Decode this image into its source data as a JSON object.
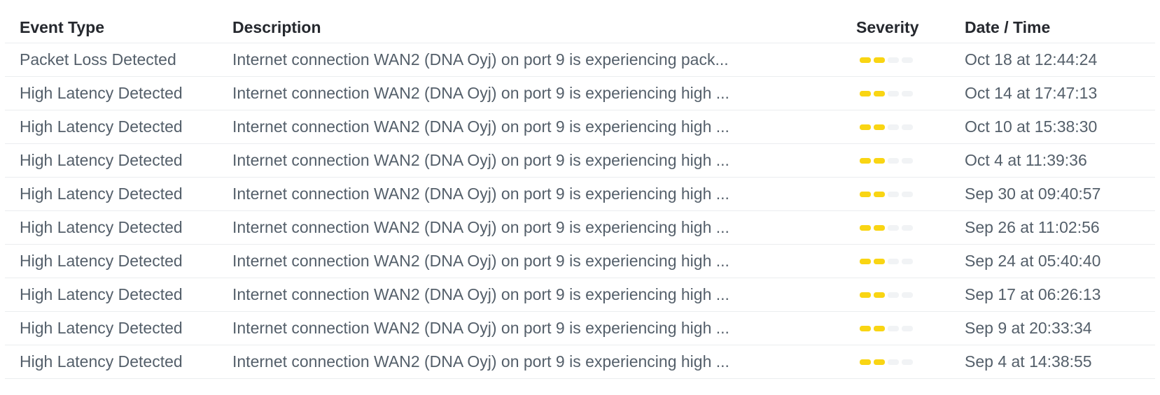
{
  "colors": {
    "background": "#FFFFFF",
    "header_text": "#25282E",
    "body_text": "#545F6A",
    "divider": "#EBEDEF",
    "severity_active": "#F9D513",
    "severity_inactive": "#F1F3F5"
  },
  "table": {
    "columns": {
      "event_type": "Event Type",
      "description": "Description",
      "severity": "Severity",
      "datetime": "Date / Time"
    },
    "rows": [
      {
        "event_type": "Packet Loss Detected",
        "description": "Internet connection WAN2 (DNA Oyj) on port 9 is experiencing pack...",
        "severity": {
          "level": 2,
          "max": 4
        },
        "datetime": "Oct 18 at 12:44:24"
      },
      {
        "event_type": "High Latency Detected",
        "description": "Internet connection WAN2 (DNA Oyj) on port 9 is experiencing high ...",
        "severity": {
          "level": 2,
          "max": 4
        },
        "datetime": "Oct 14 at 17:47:13"
      },
      {
        "event_type": "High Latency Detected",
        "description": "Internet connection WAN2 (DNA Oyj) on port 9 is experiencing high ...",
        "severity": {
          "level": 2,
          "max": 4
        },
        "datetime": "Oct 10 at 15:38:30"
      },
      {
        "event_type": "High Latency Detected",
        "description": "Internet connection WAN2 (DNA Oyj) on port 9 is experiencing high ...",
        "severity": {
          "level": 2,
          "max": 4
        },
        "datetime": "Oct 4 at 11:39:36"
      },
      {
        "event_type": "High Latency Detected",
        "description": "Internet connection WAN2 (DNA Oyj) on port 9 is experiencing high ...",
        "severity": {
          "level": 2,
          "max": 4
        },
        "datetime": "Sep 30 at 09:40:57"
      },
      {
        "event_type": "High Latency Detected",
        "description": "Internet connection WAN2 (DNA Oyj) on port 9 is experiencing high ...",
        "severity": {
          "level": 2,
          "max": 4
        },
        "datetime": "Sep 26 at 11:02:56"
      },
      {
        "event_type": "High Latency Detected",
        "description": "Internet connection WAN2 (DNA Oyj) on port 9 is experiencing high ...",
        "severity": {
          "level": 2,
          "max": 4
        },
        "datetime": "Sep 24 at 05:40:40"
      },
      {
        "event_type": "High Latency Detected",
        "description": "Internet connection WAN2 (DNA Oyj) on port 9 is experiencing high ...",
        "severity": {
          "level": 2,
          "max": 4
        },
        "datetime": "Sep 17 at 06:26:13"
      },
      {
        "event_type": "High Latency Detected",
        "description": "Internet connection WAN2 (DNA Oyj) on port 9 is experiencing high ...",
        "severity": {
          "level": 2,
          "max": 4
        },
        "datetime": "Sep 9 at 20:33:34"
      },
      {
        "event_type": "High Latency Detected",
        "description": "Internet connection WAN2 (DNA Oyj) on port 9 is experiencing high ...",
        "severity": {
          "level": 2,
          "max": 4
        },
        "datetime": "Sep 4 at 14:38:55"
      }
    ]
  }
}
